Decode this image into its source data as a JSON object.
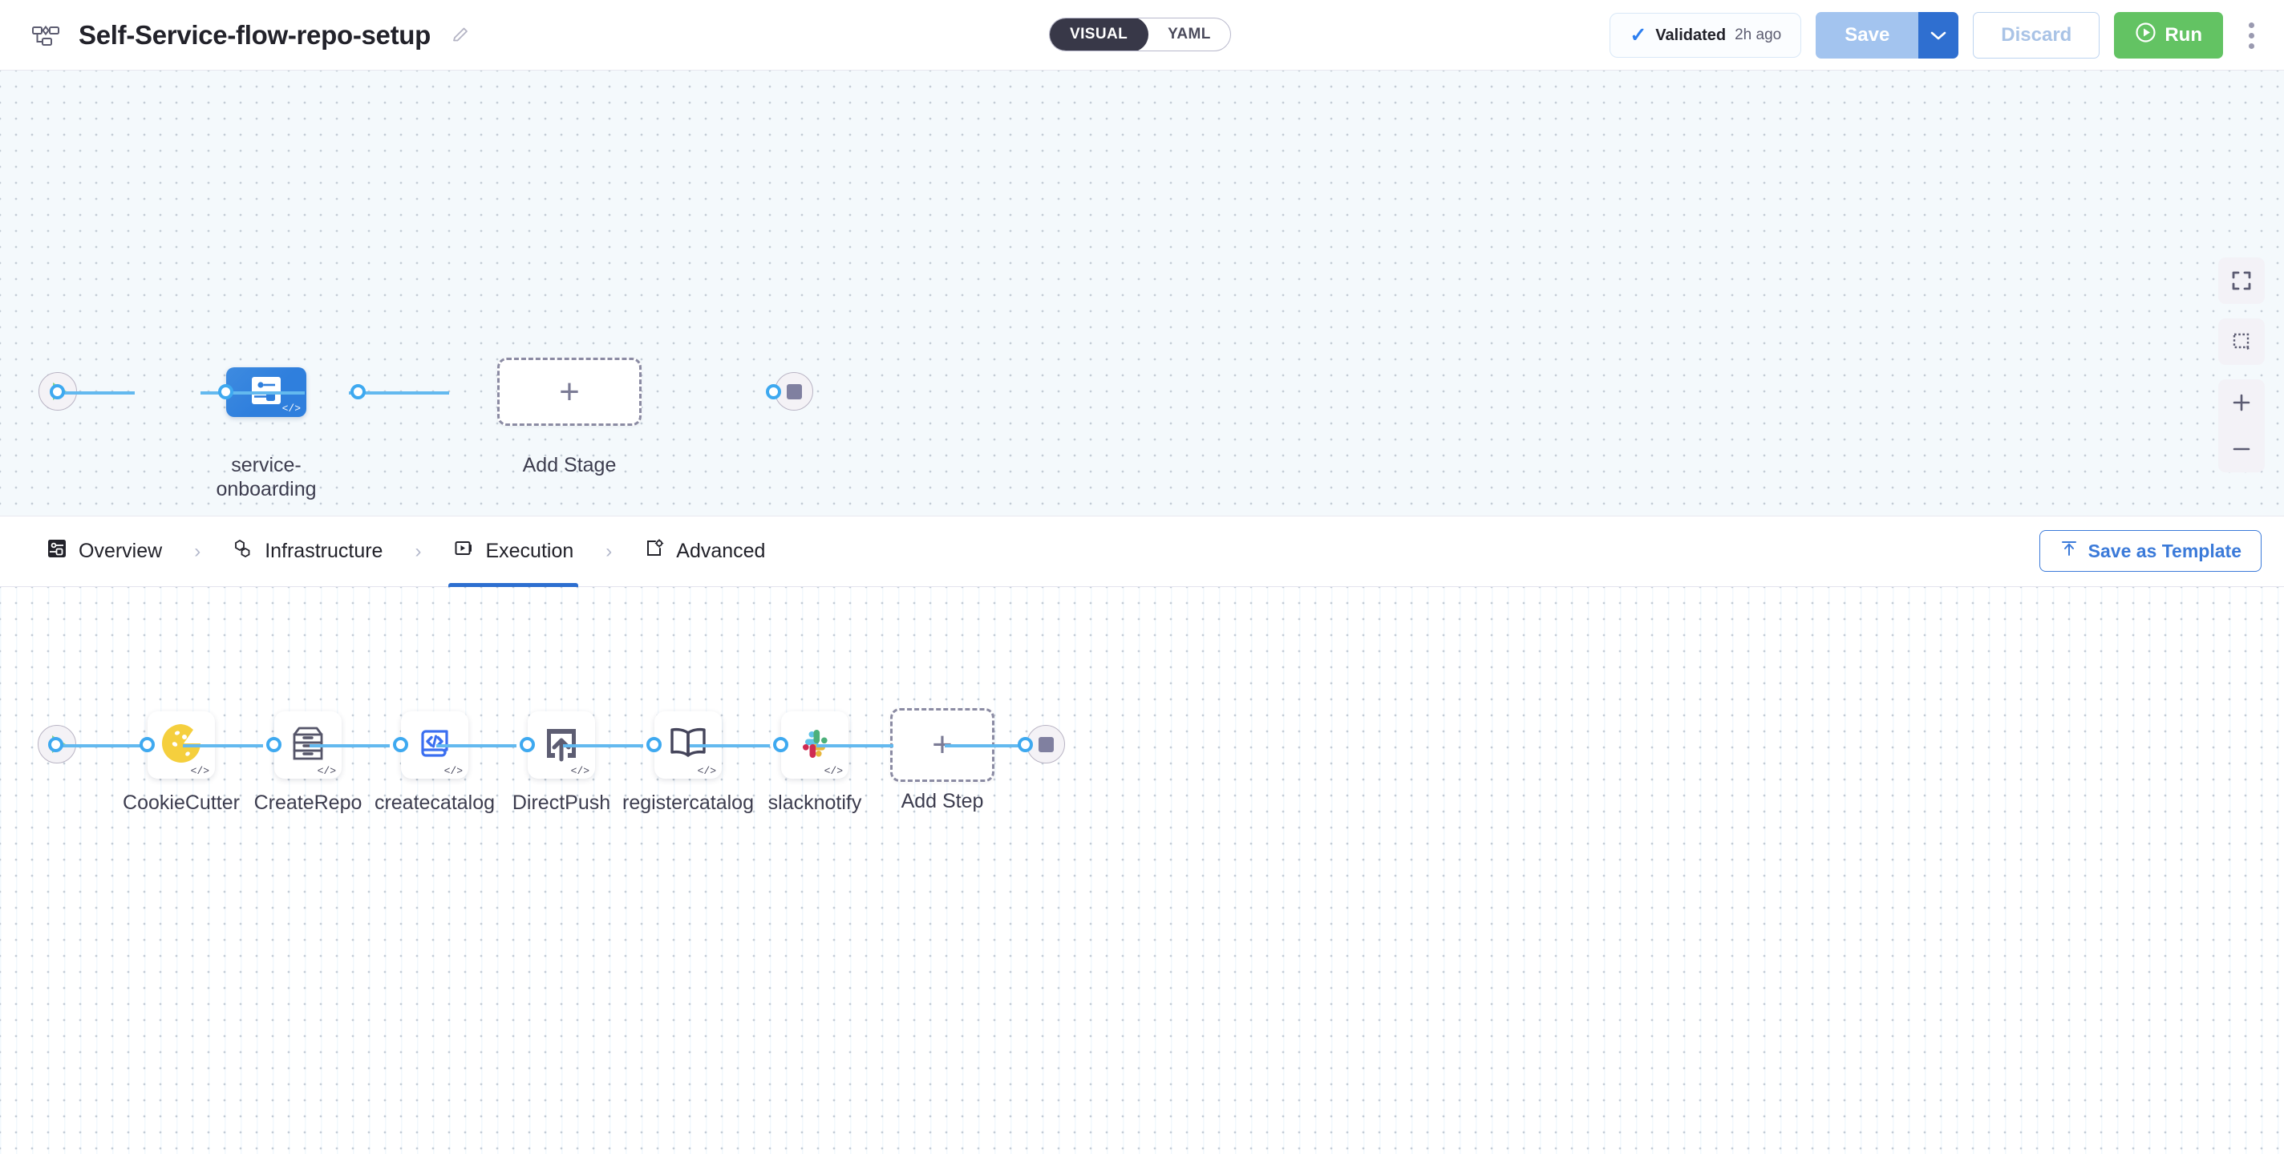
{
  "header": {
    "flow_icon": "pipeline-flow-icon",
    "title": "Self-Service-flow-repo-setup",
    "edit_icon": "pencil-icon",
    "view_toggle": {
      "visual": "VISUAL",
      "yaml": "YAML",
      "active": "VISUAL"
    },
    "validated": {
      "icon": "check-icon",
      "label": "Validated",
      "time": "2h ago"
    },
    "save": {
      "label": "Save",
      "caret_icon": "chevron-down-icon"
    },
    "discard": {
      "label": "Discard"
    },
    "run": {
      "label": "Run",
      "icon": "play-circle-icon",
      "color": "#63c363"
    },
    "more_icon": "kebab-menu-icon"
  },
  "stage_canvas": {
    "start_node": {
      "icon": "play-icon"
    },
    "end_node": {
      "icon": "stop-icon"
    },
    "stage": {
      "label": "service-\nonboarding",
      "icon": "deployment-stage-icon",
      "code_badge": "</>",
      "color": "#2f7fdd"
    },
    "add_stage": {
      "label": "Add Stage",
      "icon": "plus-icon"
    },
    "controls": [
      {
        "name": "fit-screen-icon"
      },
      {
        "name": "selection-box-icon"
      },
      {
        "name": "zoom-in-icon"
      },
      {
        "name": "zoom-out-icon"
      }
    ]
  },
  "tabbar": {
    "tabs": [
      {
        "label": "Overview",
        "icon": "overview-icon",
        "active": false
      },
      {
        "label": "Infrastructure",
        "icon": "infrastructure-icon",
        "active": false
      },
      {
        "label": "Execution",
        "icon": "execution-icon",
        "active": true
      },
      {
        "label": "Advanced",
        "icon": "advanced-gear-icon",
        "active": false
      }
    ],
    "separator": "›",
    "save_as_template": {
      "label": "Save as Template",
      "icon": "upload-template-icon"
    }
  },
  "step_canvas": {
    "start_node": {
      "icon": "play-icon"
    },
    "end_node": {
      "icon": "stop-icon"
    },
    "code_badge": "</>",
    "steps": [
      {
        "label": "CookieCutter",
        "icon": "cookie-icon",
        "color": "#f5cf3d"
      },
      {
        "label": "CreateRepo",
        "icon": "archive-drawer-icon",
        "color": "#555569"
      },
      {
        "label": "createcatalog",
        "icon": "code-document-icon",
        "color": "#3b6ff0"
      },
      {
        "label": "DirectPush",
        "icon": "push-upload-icon",
        "color": "#5d5d72"
      },
      {
        "label": "registercatalog",
        "icon": "open-book-icon",
        "color": "#44445a"
      },
      {
        "label": "slacknotify",
        "icon": "slack-icon",
        "color": "#e0e0e0"
      }
    ],
    "add_step": {
      "label": "Add Step",
      "icon": "plus-icon"
    }
  }
}
